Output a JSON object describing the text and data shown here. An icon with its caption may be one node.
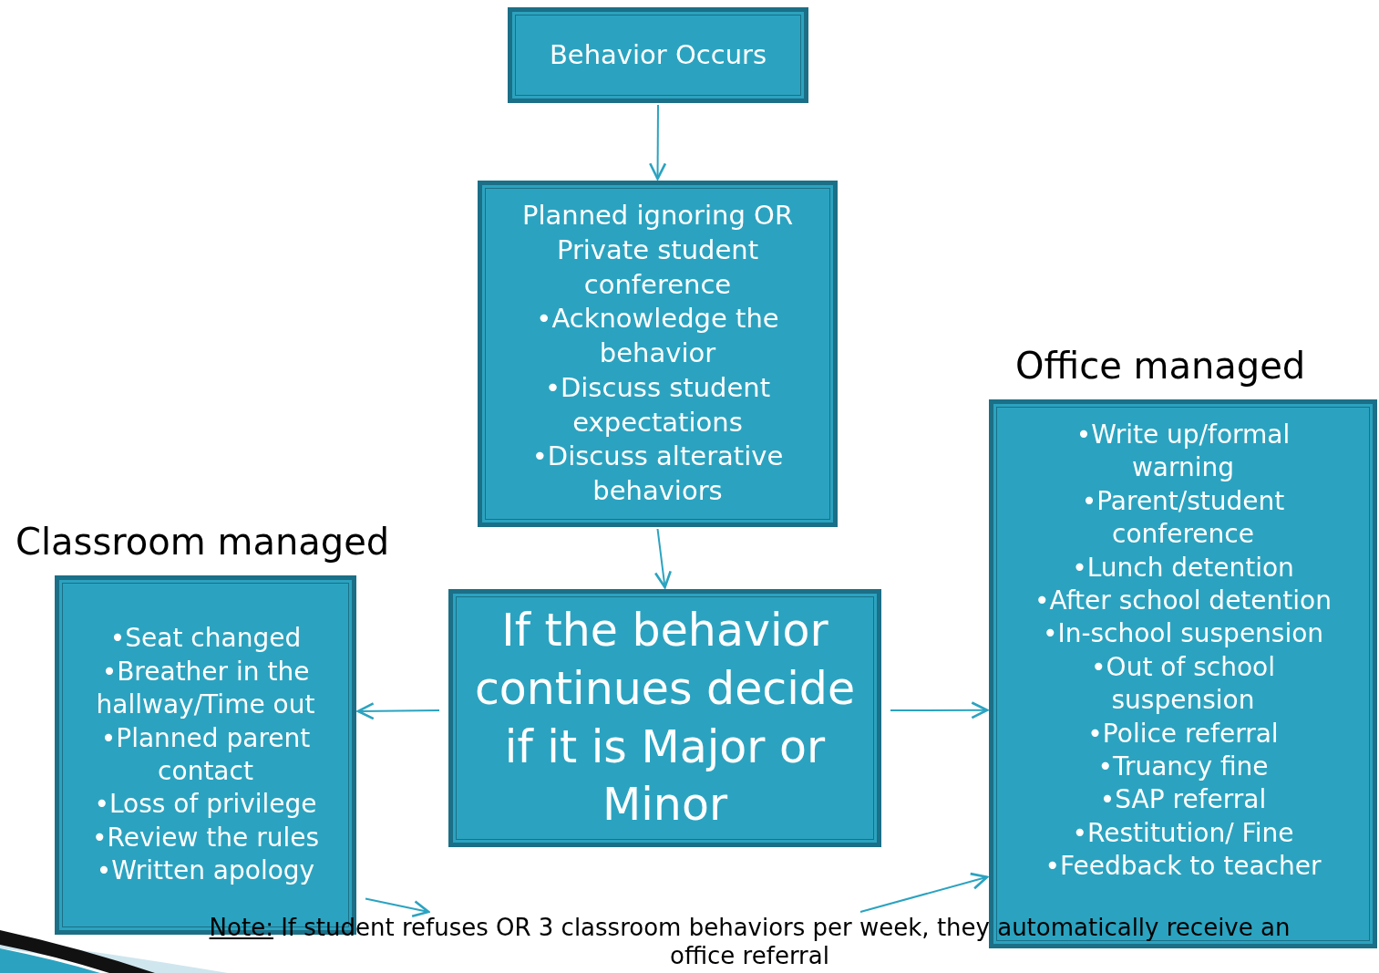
{
  "diagram": {
    "nodes": [
      {
        "text": [
          "Behavior Occurs"
        ]
      },
      {
        "text": [
          "Planned ignoring OR Private student conference",
          "•Acknowledge the behavior",
          "•Discuss student expectations",
          "•Discuss alterative behaviors"
        ]
      },
      {
        "text": [
          "If the behavior continues decide if it is Major or Minor"
        ]
      },
      {
        "text": [
          "Classroom managed",
          "•Seat changed",
          "•Breather in the hallway/Time out",
          "•Planned parent contact",
          "•Loss of privilege",
          "•Review the rules",
          "•Written apology"
        ]
      },
      {
        "text": [
          "Office managed",
          "•Write up/formal warning",
          "•Parent/student conference",
          "•Lunch detention",
          "•After school detention",
          "•In-school suspension",
          "•Out of school suspension",
          "•Police referral",
          "•Truancy fine",
          "•SAP referral",
          "•Restitution/ Fine",
          "•Feedback to teacher"
        ]
      },
      {
        "text": [
          "Note:",
          "If student refuses OR 3 classroom behaviors per week, they automatically receive an office referral"
        ]
      }
    ],
    "edges": [
      {
        "from": 0,
        "to": 1,
        "arrow": "to"
      },
      {
        "from": 1,
        "to": 2,
        "arrow": "to"
      },
      {
        "from": 2,
        "to": 3,
        "arrow": "to"
      },
      {
        "from": 2,
        "to": 4,
        "arrow": "to"
      },
      {
        "from": 3,
        "to": 5,
        "arrow": "to"
      },
      {
        "from": 5,
        "to": 4,
        "arrow": "to"
      }
    ]
  }
}
